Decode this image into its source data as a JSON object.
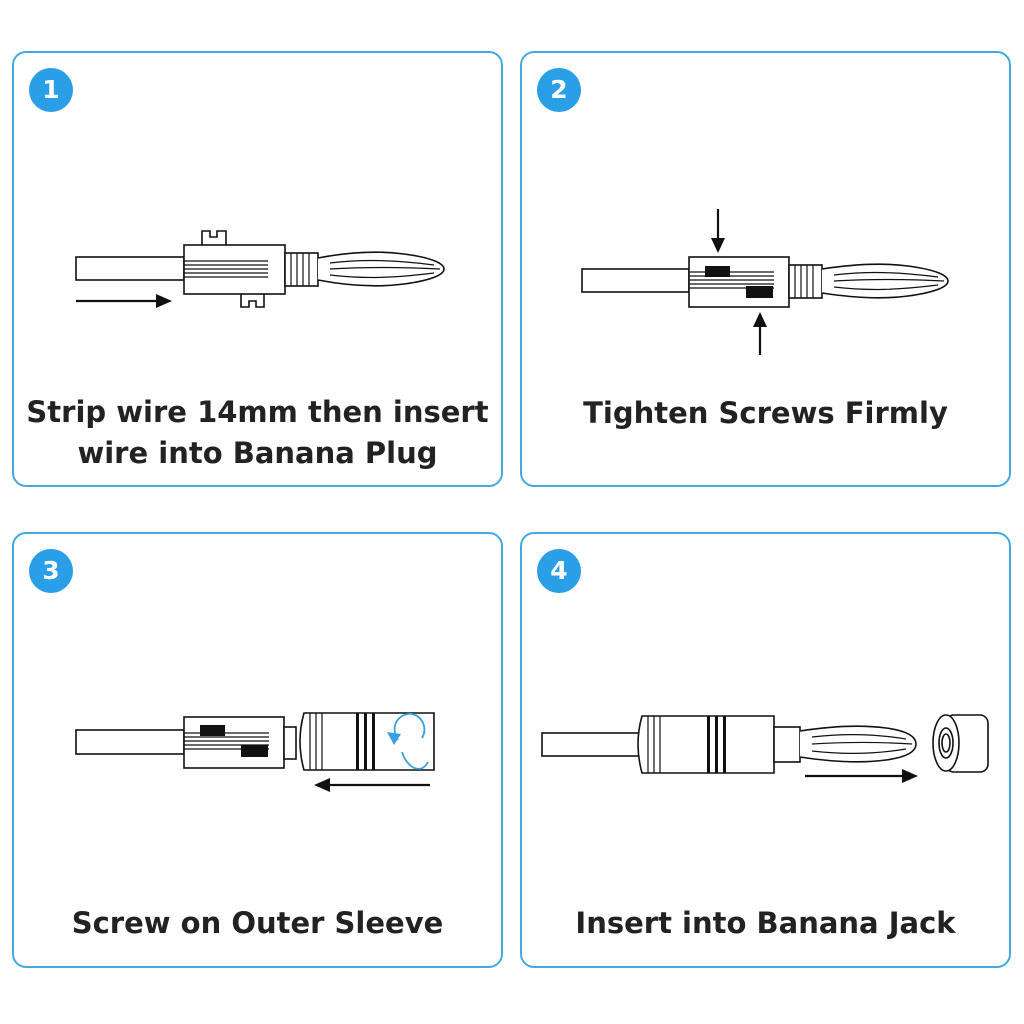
{
  "steps": [
    {
      "number": "1",
      "caption_line1": "Strip wire 14mm then insert",
      "caption_line2": "wire into Banana Plug"
    },
    {
      "number": "2",
      "caption_line1": "Tighten Screws Firmly"
    },
    {
      "number": "3",
      "caption_line1": "Screw on Outer Sleeve"
    },
    {
      "number": "4",
      "caption_line1": "Insert into Banana Jack"
    }
  ],
  "colors": {
    "border": "#46a8e3",
    "badge": "#2b9ee8",
    "text": "#222222",
    "line": "#111111",
    "rotate_arrow": "#3aa0e0"
  }
}
